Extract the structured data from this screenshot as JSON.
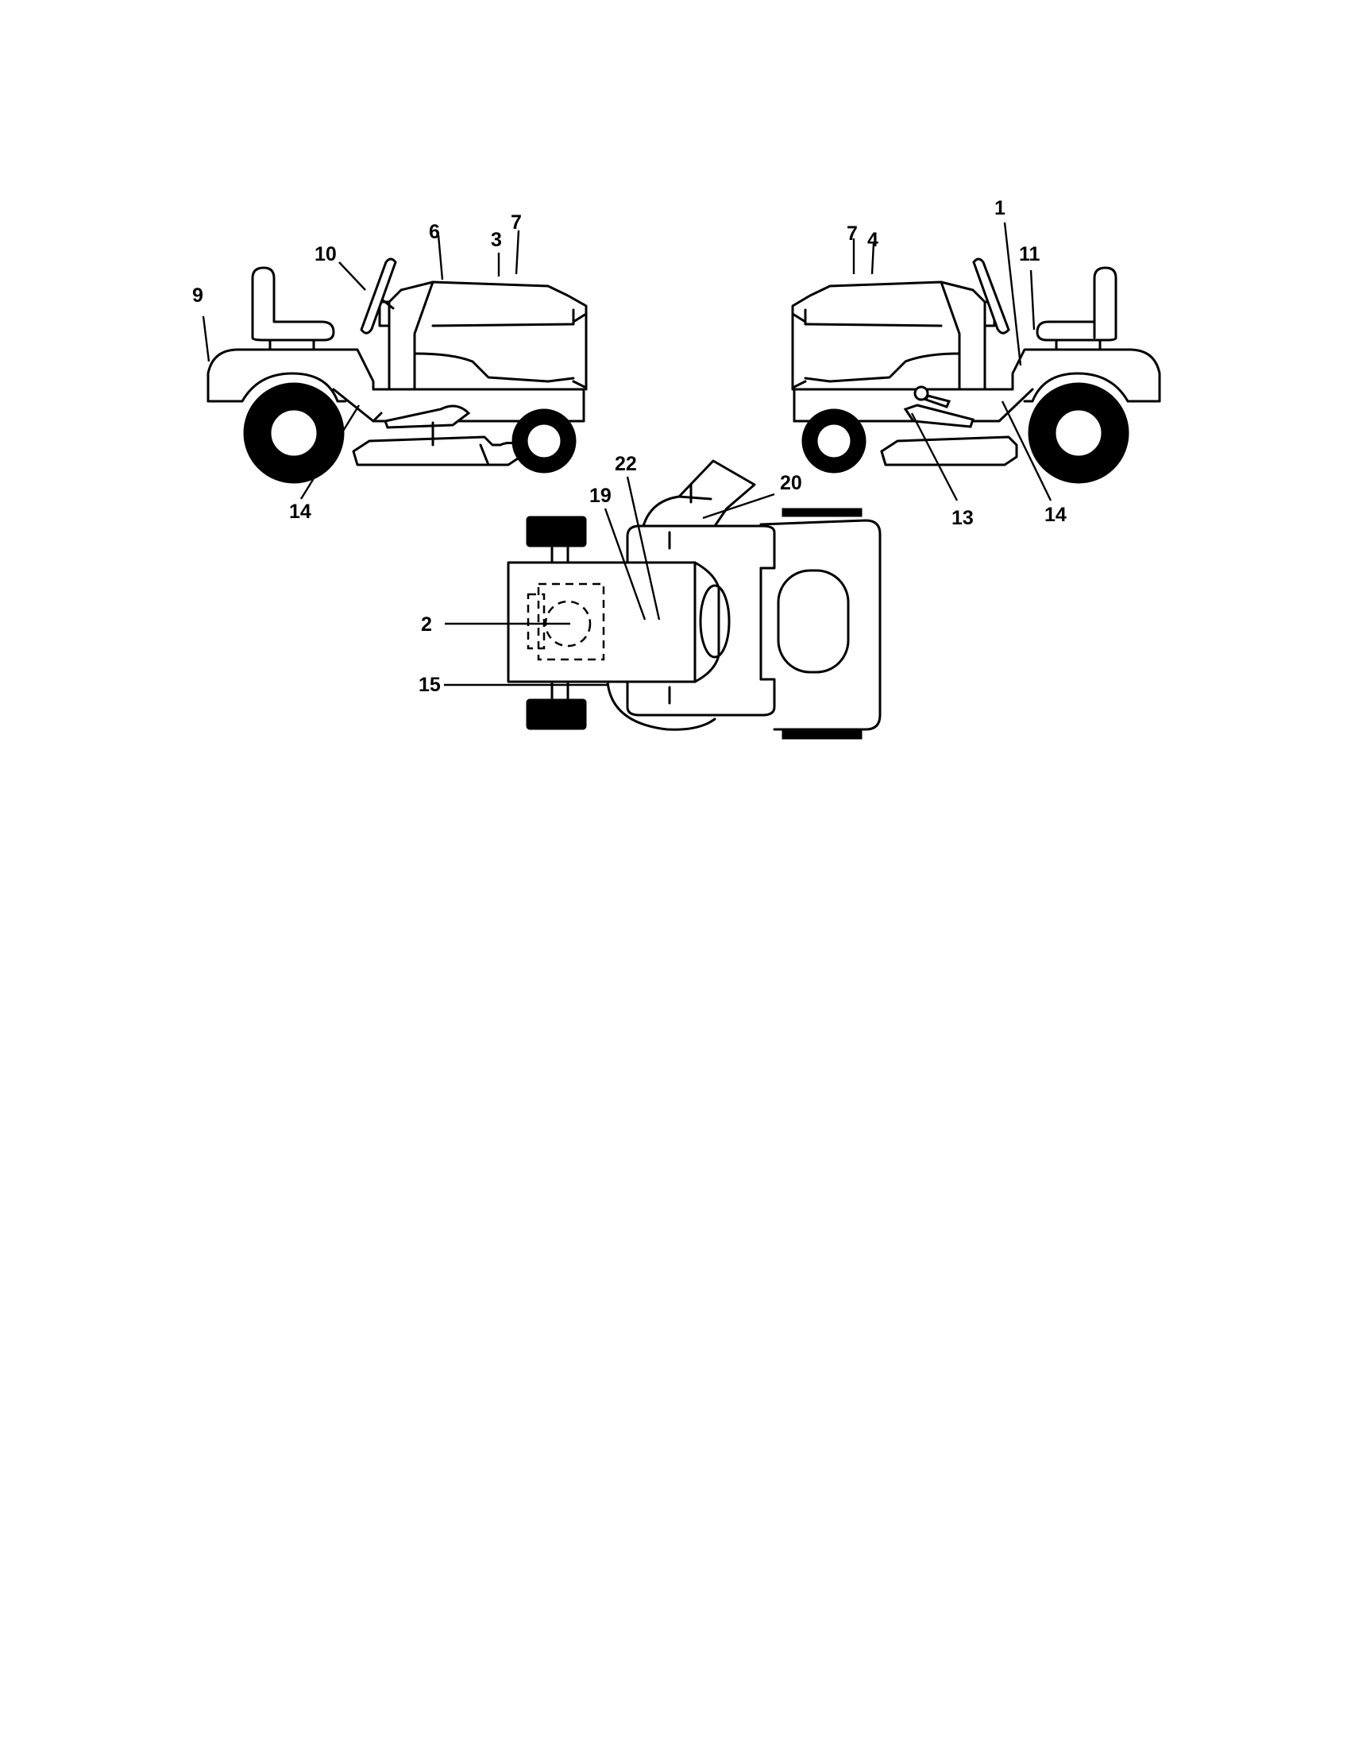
{
  "callouts": {
    "c1": "1",
    "c2": "2",
    "c3": "3",
    "c4": "4",
    "c6": "6",
    "c7_left": "7",
    "c7_right": "7",
    "c9": "9",
    "c10": "10",
    "c11": "11",
    "c13": "13",
    "c14_left": "14",
    "c14_right": "14",
    "c15": "15",
    "c19": "19",
    "c20": "20",
    "c22": "22"
  }
}
